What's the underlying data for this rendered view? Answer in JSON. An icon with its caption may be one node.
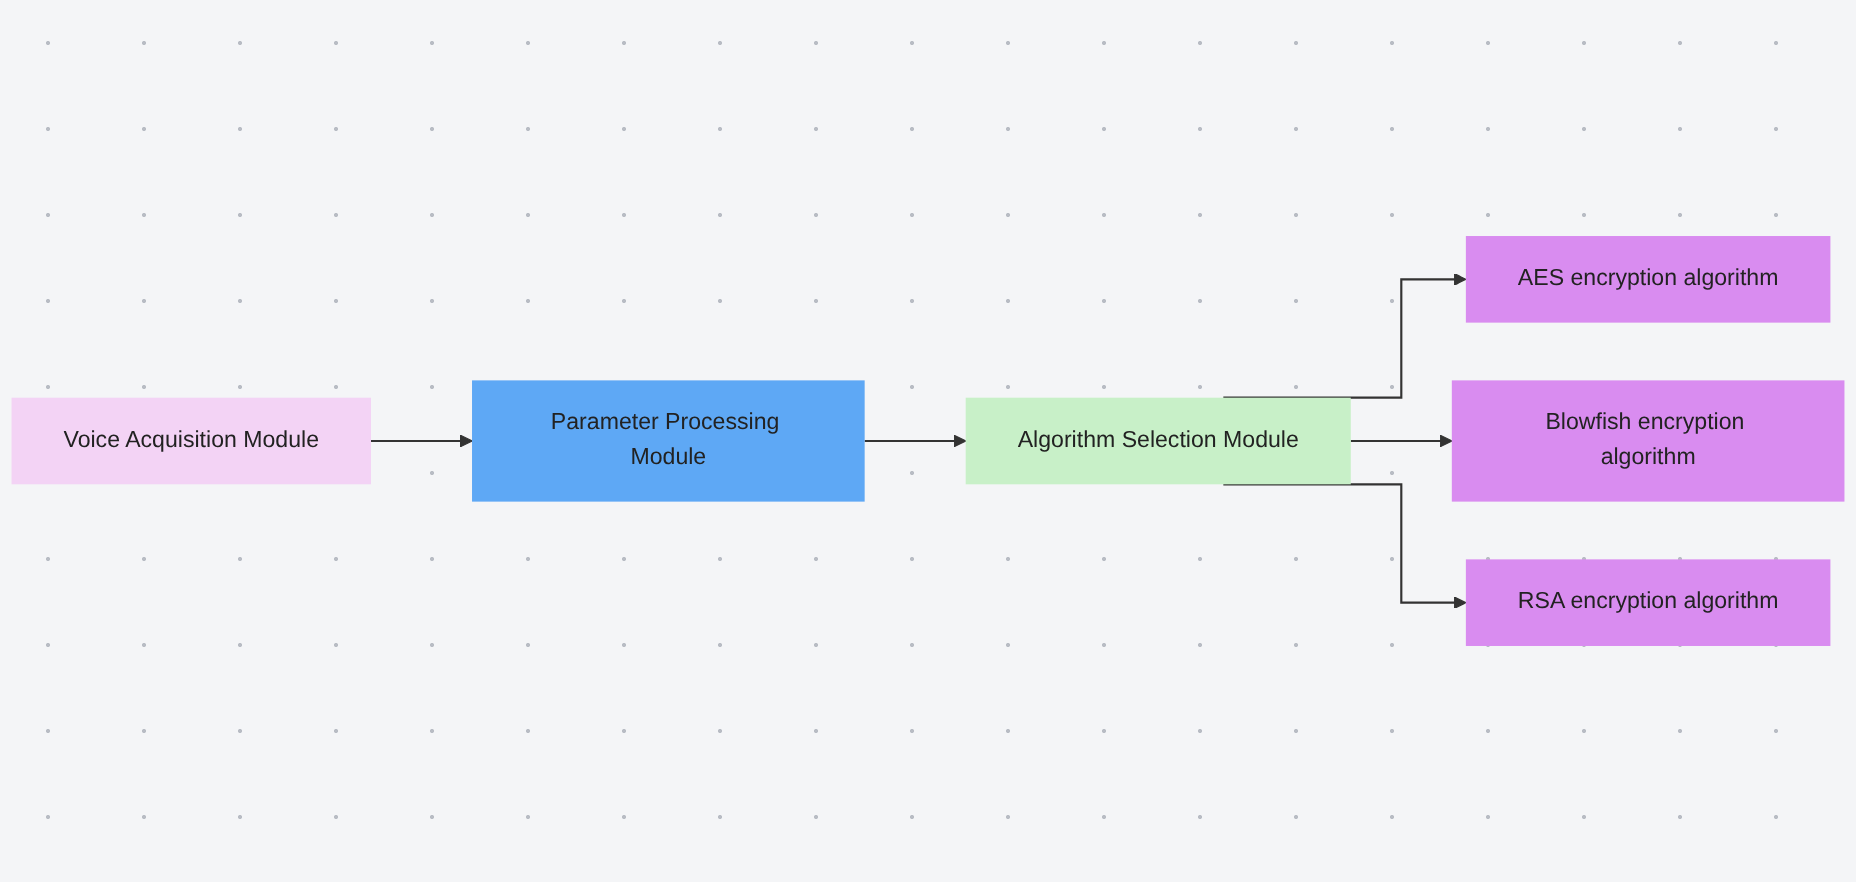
{
  "diagram": {
    "nodes": [
      {
        "text": [
          "Voice Acquisition Module"
        ]
      },
      {
        "text": [
          "Parameter Processing Module"
        ]
      },
      {
        "text": [
          "Algorithm Selection Module"
        ]
      },
      {
        "text": [
          "AES encryption algorithm"
        ]
      },
      {
        "text": [
          "Blowfish encryption algorithm"
        ]
      },
      {
        "text": [
          "RSA encryption algorithm"
        ]
      }
    ],
    "edges": [
      {
        "from": 0,
        "to": 1,
        "arrow": "to"
      },
      {
        "from": 1,
        "to": 2,
        "arrow": "to"
      },
      {
        "from": 2,
        "to": 3,
        "arrow": "to"
      },
      {
        "from": 2,
        "to": 4,
        "arrow": "to"
      },
      {
        "from": 2,
        "to": 5,
        "arrow": "to"
      }
    ]
  }
}
